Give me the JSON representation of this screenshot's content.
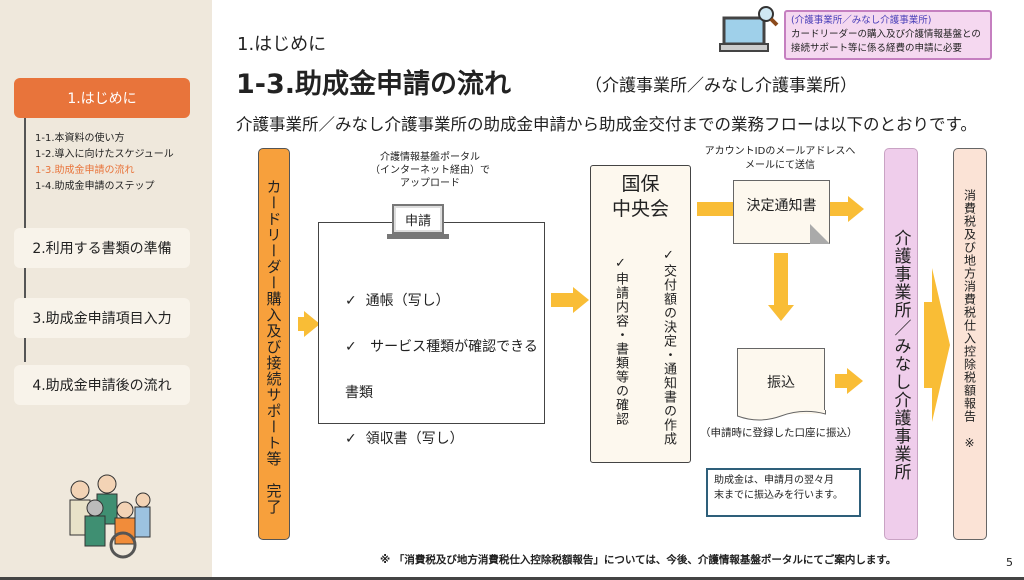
{
  "sidebar": {
    "active": "1.はじめに",
    "subitems": [
      "1-1.本資料の使い方",
      "1-2.導入に向けたスケジュール",
      "1-3.助成金申請の流れ",
      "1-4.助成金申請のステップ"
    ],
    "items": [
      "2.利用する書類の準備",
      "3.助成金申請項目入力",
      "4.助成金申請後の流れ"
    ]
  },
  "header": {
    "section": "1.はじめに",
    "title": "1-3.助成金申請の流れ",
    "subtitle": "（介護事業所／みなし介護事業所）",
    "callout_line1": "(介護事業所／みなし介護事業所)",
    "callout_line2": "カードリーダーの購入及び介護情報基盤との",
    "callout_line3": "接続サポート等に係る経費の申請に必要",
    "description": "介護事業所／みなし介護事業所の助成金申請から助成金交付までの業務フローは以下のとおりです。"
  },
  "flow": {
    "start_bar": "カードリーダー購入及び接続サポート等　完了",
    "portal_note": [
      "介護情報基盤ポータル",
      "（インターネット経由）で",
      "アップロード"
    ],
    "apply_label": "申請",
    "checks": [
      "通帳（写し）",
      "サービス種類が確認できる書類",
      "領収書（写し）"
    ],
    "check_mark": "✓",
    "kokuho_title": [
      "国保",
      "中央会"
    ],
    "kokuho_checks": [
      "交付額の決定・通知書の作成",
      "申請内容・書類等の確認"
    ],
    "mail_note": [
      "アカウントIDのメールアドレスへ",
      "メールにて送信"
    ],
    "decision_doc": "決定通知書",
    "transfer_doc": "振込",
    "transfer_note": "（申請時に登録した口座に振込）",
    "payment_note": [
      "助成金は、申請月の翌々月",
      "末までに振込みを行います。"
    ],
    "office_bar": "介護事業所／みなし介護事業所",
    "tax_bar": "消費税及び地方消費税仕入控除税額報告　※"
  },
  "footer": {
    "note": "※ 「消費税及び地方消費税仕入控除税額報告」については、今後、介護情報基盤ポータルにてご案内します。",
    "page": "5"
  }
}
